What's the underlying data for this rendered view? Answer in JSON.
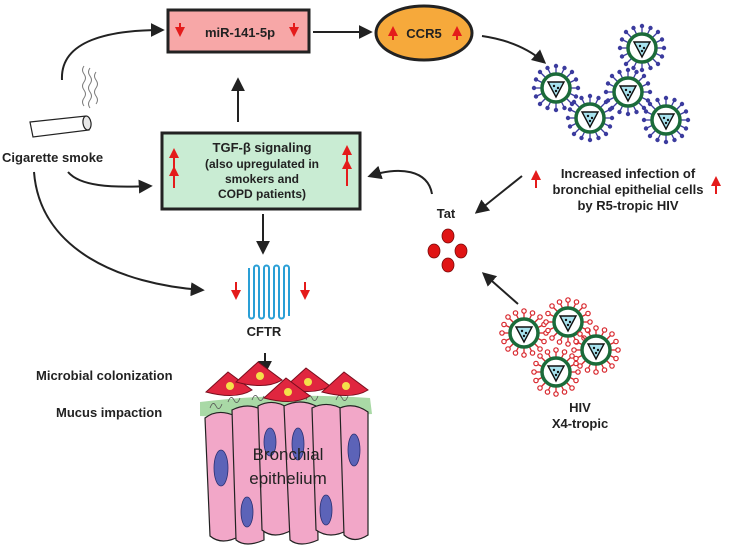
{
  "labels": {
    "mir": "miR-141-5p",
    "ccr5": "CCR5",
    "tgf_title": "TGF-β signaling",
    "tgf_line2": "(also upregulated in",
    "tgf_line3": "smokers and",
    "tgf_line4": "COPD patients)",
    "cigarette": "Cigarette smoke",
    "cftr": "CFTR",
    "tat": "Tat",
    "infection_line1": "Increased infection of",
    "infection_line2": "bronchial epithelial cells",
    "infection_line3": "by R5-tropic HIV",
    "hiv": "HIV",
    "x4": "X4-tropic",
    "microbial": "Microbial colonization",
    "mucus": "Mucus impaction",
    "epi_line1": "Bronchial",
    "epi_line2": "epithelium"
  },
  "colors": {
    "mir_box": "#f7a7a7",
    "tgf_box": "#c9ecd3",
    "ccr5_fill": "#f6a93b",
    "up_down_arrows": "#e41b1b",
    "r5_virus_spikes": "#3b3b9e",
    "x4_virus_spikes": "#d8272d",
    "virus_core": "#1b6b3a",
    "cftr_channel": "#2a9fd6",
    "tat_dots": "#e01414",
    "epithelial_cells": "#f2a7c8",
    "nuclei": "#5c63b8",
    "mucus": "#a9d9a6",
    "microbes": "#e0263f"
  },
  "icons": [
    "cigarette-icon",
    "virus-icon",
    "cftr-channel-icon",
    "tat-protein-icon",
    "epithelial-cell-icon",
    "microbe-icon"
  ]
}
